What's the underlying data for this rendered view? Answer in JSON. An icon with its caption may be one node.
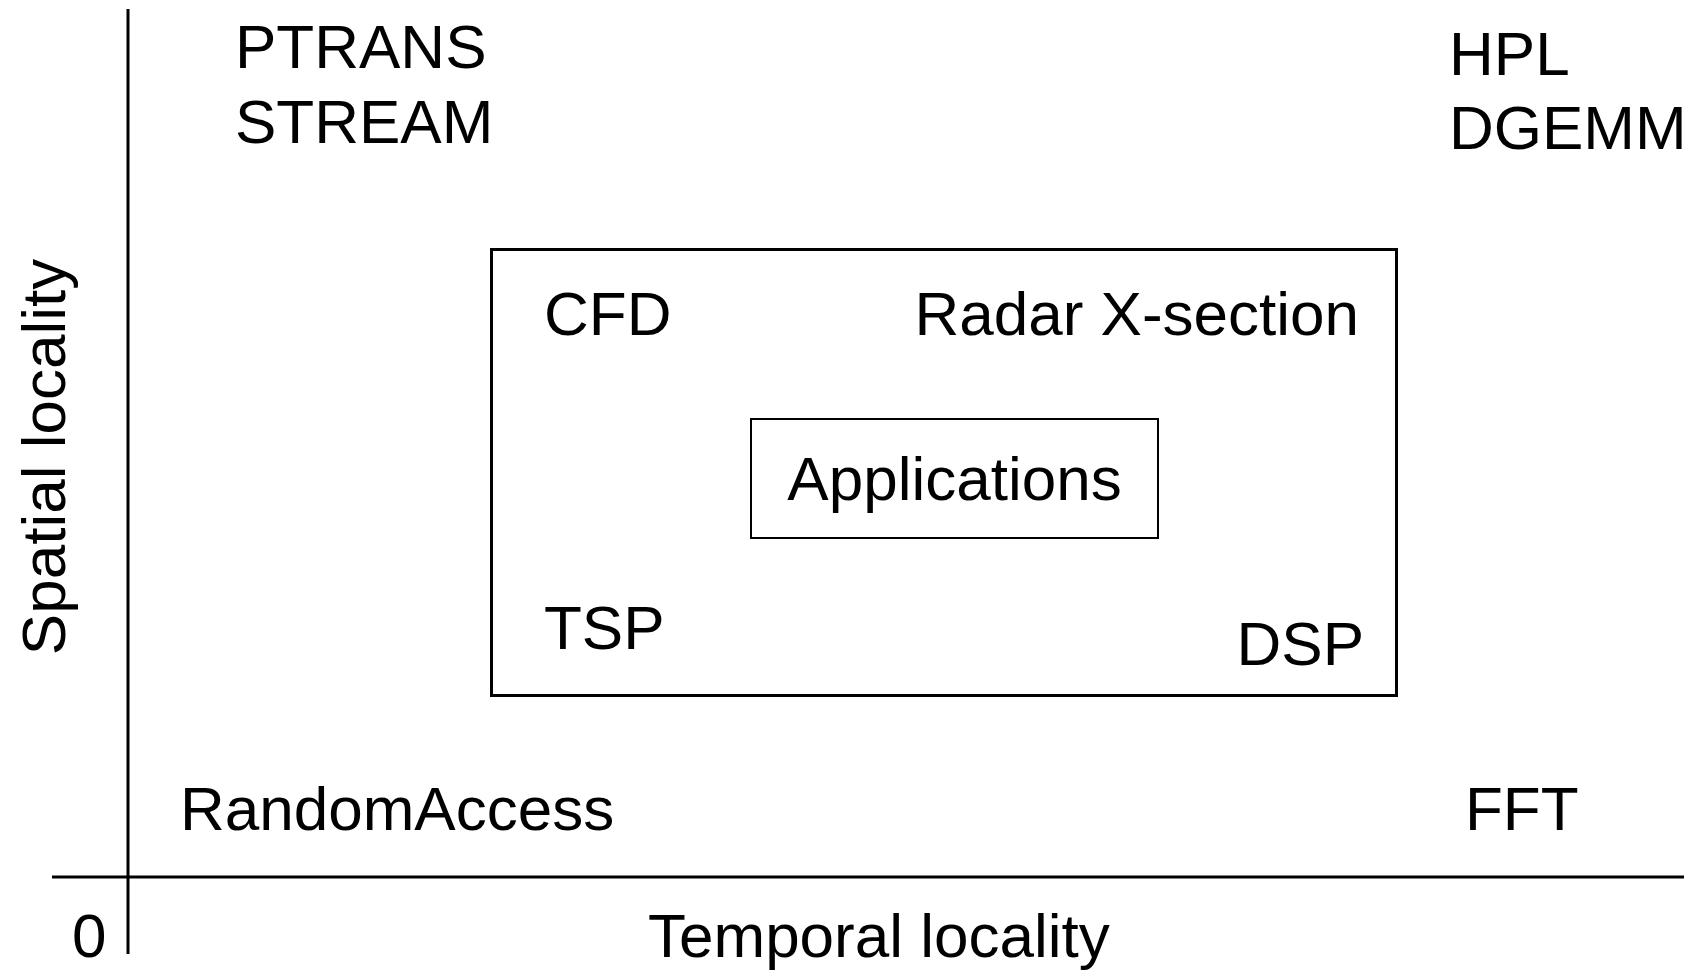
{
  "diagram": {
    "nodes": [
      {
        "text": [
          "CFD",
          "Radar X-section",
          "TSP",
          "DSP"
        ]
      },
      {
        "text": [
          "Applications"
        ],
        "in": 0
      }
    ],
    "labels": [
      "PTRANS",
      "STREAM",
      "HPL",
      "DGEMM",
      "Spatial locality",
      "RandomAccess",
      "FFT",
      "0",
      "Temporal locality"
    ]
  }
}
